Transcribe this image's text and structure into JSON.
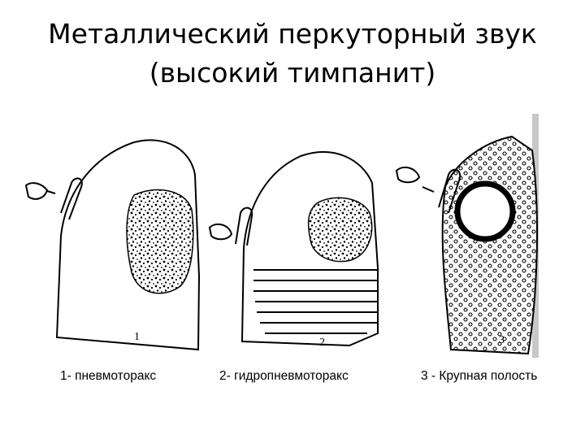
{
  "slide": {
    "title_line1": "Металлический перкуторный звук",
    "title_line2": "(высокий тимпанит)"
  },
  "panels": [
    {
      "number": "1",
      "caption": "1- пневмоторакс"
    },
    {
      "number": "2",
      "caption": "2- гидропневмоторакс"
    },
    {
      "number": "3",
      "caption": "3 - Крупная  полость"
    }
  ]
}
